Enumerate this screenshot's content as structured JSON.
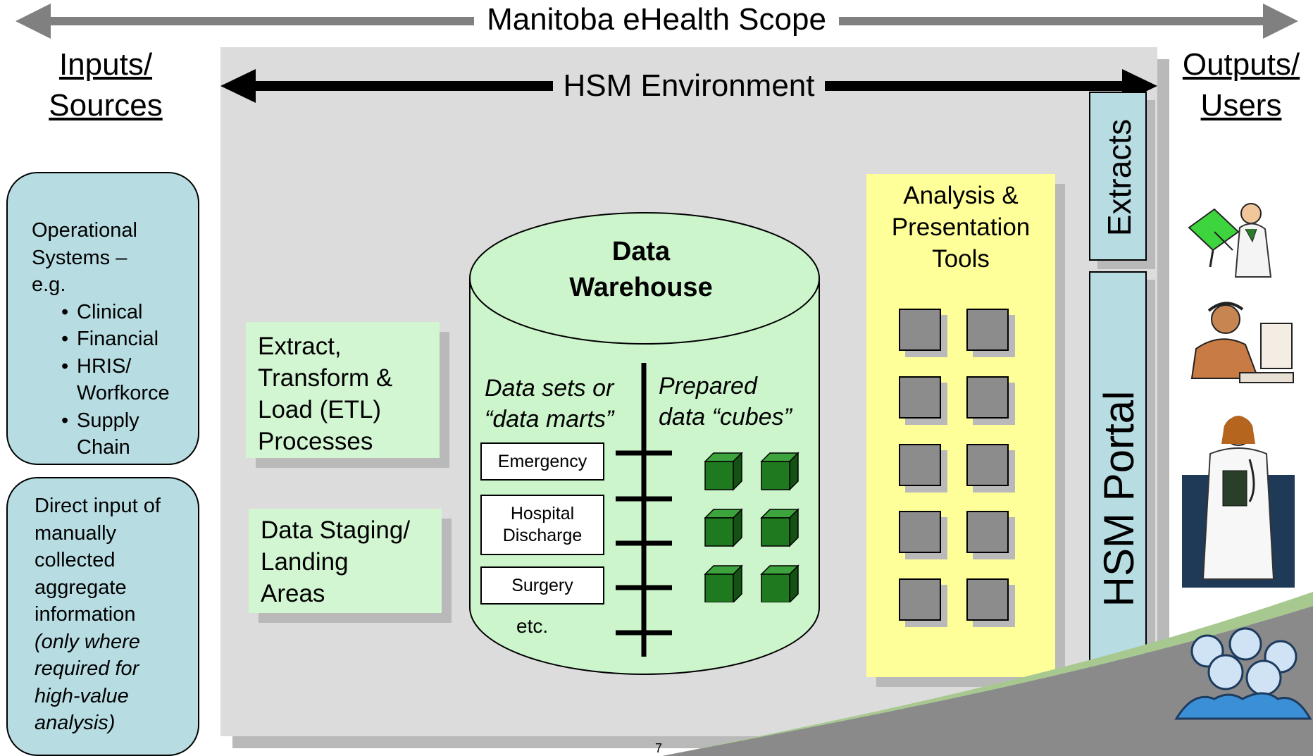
{
  "scope_title": "Manitoba eHealth Scope",
  "environment_title": "HSM Environment",
  "inputs_heading": {
    "line1": "Inputs/",
    "line2": "Sources"
  },
  "outputs_heading": {
    "line1": "Outputs/",
    "line2": "Users"
  },
  "operational_systems": {
    "intro_line1": "Operational",
    "intro_line2": "Systems –",
    "intro_line3": "e.g.",
    "items": [
      {
        "bullet": "•",
        "line1": "Clinical",
        "line2": ""
      },
      {
        "bullet": "•",
        "line1": "Financial",
        "line2": ""
      },
      {
        "bullet": "•",
        "line1": "HRIS/",
        "line2": "Worfkorce"
      },
      {
        "bullet": "•",
        "line1": "Supply",
        "line2": "Chain"
      }
    ]
  },
  "direct_input": {
    "lines": [
      "Direct input of",
      "manually",
      "collected",
      "aggregate",
      "information"
    ],
    "note_lines": [
      "(only where",
      "required for",
      "high-value",
      "analysis)"
    ]
  },
  "etl_box": {
    "lines": [
      "Extract,",
      "Transform &",
      "Load (ETL)",
      "Processes"
    ]
  },
  "staging_box": {
    "lines": [
      "Data Staging/",
      "Landing",
      "Areas"
    ]
  },
  "warehouse": {
    "title_line1": "Data",
    "title_line2": "Warehouse",
    "marts_label_line1": "Data sets or",
    "marts_label_line2": "“data marts”",
    "cubes_label_line1": "Prepared",
    "cubes_label_line2": "data “cubes”",
    "marts": [
      {
        "line1": "Emergency",
        "line2": ""
      },
      {
        "line1": "Hospital",
        "line2": "Discharge"
      },
      {
        "line1": "Surgery",
        "line2": ""
      }
    ],
    "etc": "etc."
  },
  "tools_box": {
    "lines": [
      "Analysis &",
      "Presentation",
      "Tools"
    ]
  },
  "extracts_label": "Extracts",
  "portal_label": "HSM Portal",
  "page_number": "7",
  "colors": {
    "environment_bg": "#dcdcdc",
    "input_box": "#b7dde3",
    "green_box": "#d2f5d2",
    "warehouse": "#ccf5cc",
    "tools_box": "#ffff99",
    "cube": "#1f7a1f",
    "tool_square": "#8c8c8c",
    "arrow_top": "#808080",
    "arrow_env": "#000000"
  },
  "icons": [
    "presenter-icon",
    "computer-user-icon",
    "doctor-icon",
    "group-of-people-icon"
  ]
}
